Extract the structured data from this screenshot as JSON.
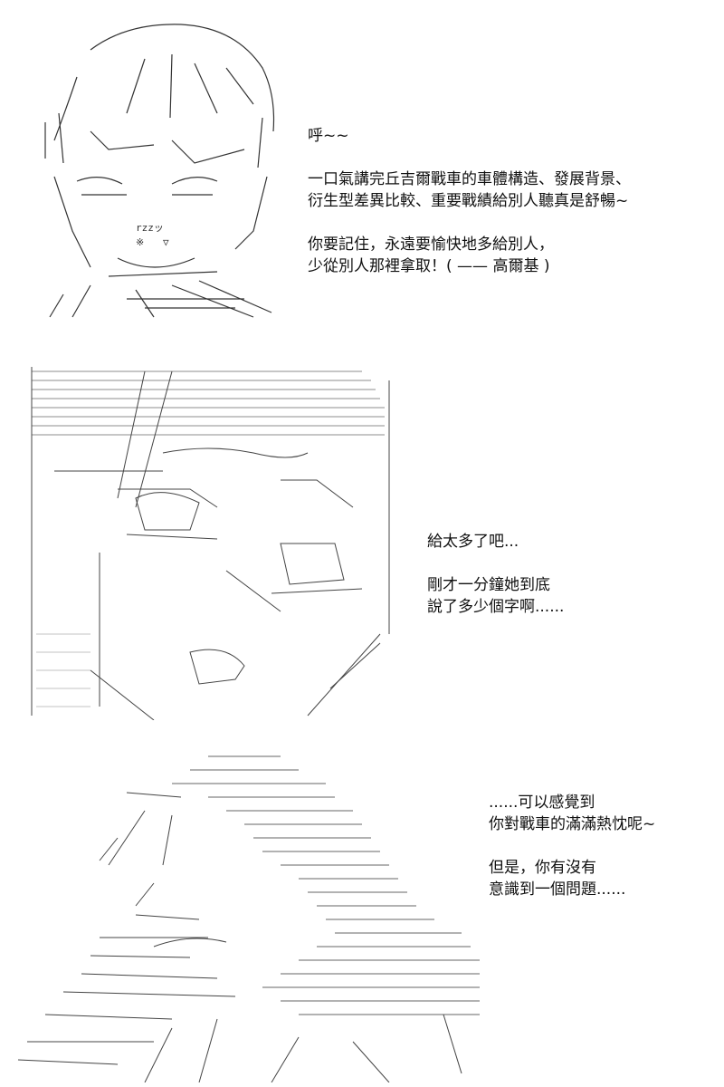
{
  "panels": [
    {
      "lines": [
        "呼~~",
        "",
        "一口氣講完丘吉爾戰車的車體構造、發展背景、",
        "衍生型差異比較、重要戰績給別人聽真是舒暢~",
        "",
        "你要記住，永遠要愉快地多給別人，",
        "少從別人那裡拿取！( —— 高爾基 )"
      ],
      "art_text": [
        "rzzッ",
        "※",
        "▽"
      ]
    },
    {
      "lines": [
        "給太多了吧...",
        "",
        "剛才一分鐘她到底",
        "說了多少個字啊......"
      ]
    },
    {
      "lines": [
        "......可以感覺到",
        "你對戰車的滿滿熱忱呢~",
        "",
        "但是，你有沒有",
        "意識到一個問題......"
      ]
    }
  ]
}
